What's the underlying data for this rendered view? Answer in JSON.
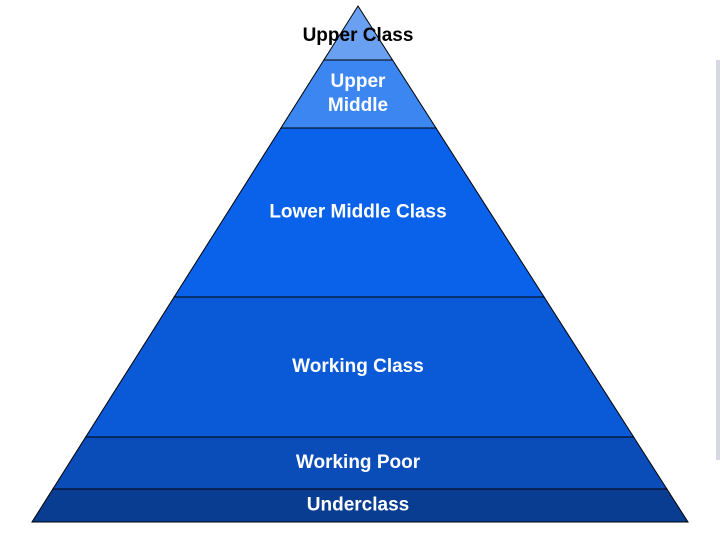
{
  "diagram": {
    "tiers": [
      {
        "label_lines": [
          "Upper Class"
        ],
        "color": "#6aa0f2",
        "text_color": "#000000"
      },
      {
        "label_lines": [
          "Upper",
          "Middle"
        ],
        "color": "#3c86f2",
        "text_color": "#ffffff"
      },
      {
        "label_lines": [
          "Lower Middle Class"
        ],
        "color": "#0a62ea",
        "text_color": "#ffffff"
      },
      {
        "label_lines": [
          "Working Class"
        ],
        "color": "#0a59d6",
        "text_color": "#ffffff"
      },
      {
        "label_lines": [
          "Working Poor"
        ],
        "color": "#0a4cb8",
        "text_color": "#ffffff"
      },
      {
        "label_lines": [
          "Underclass"
        ],
        "color": "#083d92",
        "text_color": "#ffffff"
      }
    ]
  }
}
